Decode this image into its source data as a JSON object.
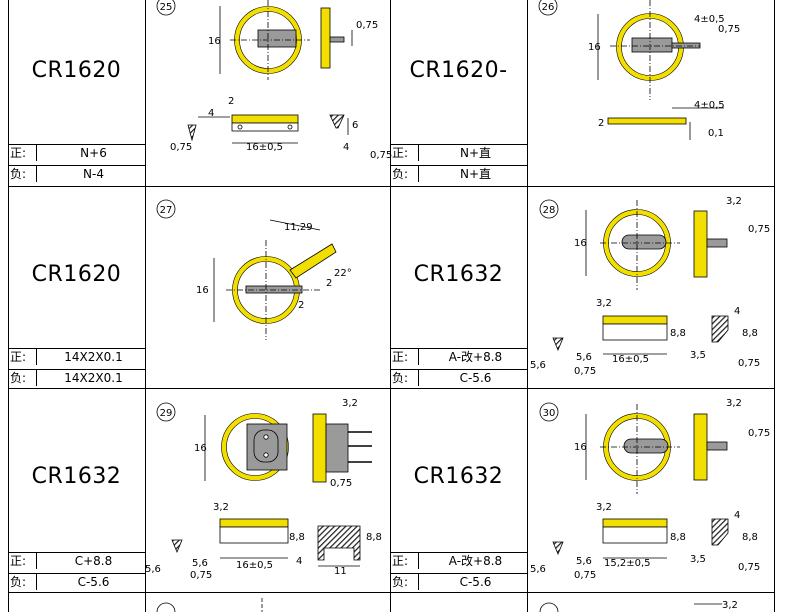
{
  "rows": [
    {
      "left": {
        "model": "CR1620",
        "pos_label": "正:",
        "pos_value": "N+6",
        "neg_label": "负:",
        "neg_value": "N-4"
      },
      "left_diagram": {
        "number": "25",
        "dims": [
          "16",
          "0,75",
          "4",
          "2",
          "16±0,5",
          "6",
          "4",
          "0,75",
          "0,75"
        ]
      },
      "right": {
        "model": "CR1620-",
        "pos_label": "正:",
        "pos_value": "N+直",
        "neg_label": "负:",
        "neg_value": "N+直"
      },
      "right_diagram": {
        "number": "26",
        "dims": [
          "16",
          "4±0,5",
          "0,75",
          "4±0,5",
          "2",
          "0,1"
        ]
      }
    },
    {
      "left": {
        "model": "CR1620",
        "pos_label": "正:",
        "pos_value": "14X2X0.1",
        "neg_label": "负:",
        "neg_value": "14X2X0.1"
      },
      "left_diagram": {
        "number": "27",
        "dims": [
          "11,29",
          "16",
          "22°",
          "2",
          "2"
        ]
      },
      "right": {
        "model": "CR1632",
        "pos_label": "正:",
        "pos_value": "A-改+8.8",
        "neg_label": "负:",
        "neg_value": "C-5.6"
      },
      "right_diagram": {
        "number": "28",
        "dims": [
          "3,2",
          "16",
          "0,75",
          "3,2",
          "8,8",
          "4",
          "8,8",
          "5,6",
          "5,6",
          "16±0,5",
          "3,5",
          "0,75",
          "0,75"
        ]
      }
    },
    {
      "left": {
        "model": "CR1632",
        "pos_label": "正:",
        "pos_value": "C+8.8",
        "neg_label": "负:",
        "neg_value": "C-5.6"
      },
      "left_diagram": {
        "number": "29",
        "dims": [
          "3,2",
          "16",
          "0,75",
          "3,2",
          "8,8",
          "8,8",
          "5,6",
          "5,6",
          "16±0,5",
          "0,75",
          "4",
          "11"
        ]
      },
      "right": {
        "model": "CR1632",
        "pos_label": "正:",
        "pos_value": "A-改+8.8",
        "neg_label": "负:",
        "neg_value": "C-5.6"
      },
      "right_diagram": {
        "number": "30",
        "dims": [
          "3,2",
          "16",
          "0,75",
          "3,2",
          "8,8",
          "4",
          "8,8",
          "5,6",
          "5,6",
          "15,2±0,5",
          "3,5",
          "0,75",
          "0,75"
        ]
      }
    }
  ],
  "bottom_partial": {
    "dim": "3,2"
  },
  "colors": {
    "battery_yellow": "#f2df00",
    "tab_gray": "#9a9a9a",
    "hatch": "#222222"
  }
}
